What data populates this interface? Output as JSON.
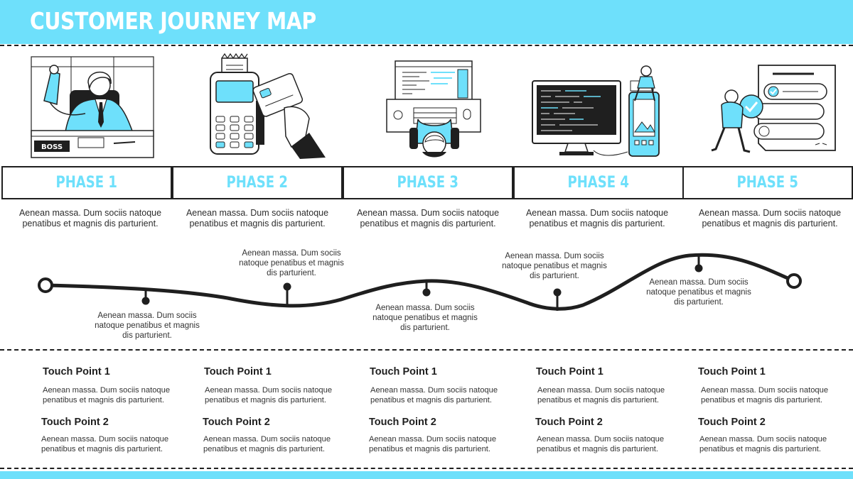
{
  "header": {
    "title": "CUSTOMER JOURNEY MAP"
  },
  "illustrations": {
    "phase1": {
      "icon": "boss-at-desk-illustration",
      "sign_text": "BOSS"
    },
    "phase2": {
      "icon": "card-payment-terminal-illustration"
    },
    "phase3": {
      "icon": "developer-at-computer-illustration"
    },
    "phase4": {
      "icon": "desktop-and-mobile-illustration"
    },
    "phase5": {
      "icon": "checklist-approval-illustration"
    }
  },
  "phases": [
    {
      "label": "PHASE 1",
      "description": "Aenean massa. Dum sociis natoque penatibus et magnis dis parturient."
    },
    {
      "label": "PHASE 2",
      "description": "Aenean massa. Dum sociis natoque penatibus et magnis dis parturient."
    },
    {
      "label": "PHASE 3",
      "description": "Aenean massa. Dum sociis natoque penatibus et magnis dis parturient."
    },
    {
      "label": "PHASE 4",
      "description": "Aenean massa. Dum sociis natoque penatibus et magnis dis parturient."
    },
    {
      "label": "PHASE 5",
      "description": "Aenean massa. Dum sociis natoque penatibus et magnis dis parturient."
    }
  ],
  "journey": {
    "annotations": [
      "Aenean massa. Dum sociis natoque penatibus et magnis dis parturient.",
      "Aenean massa. Dum sociis natoque penatibus et magnis dis parturient.",
      "Aenean massa. Dum sociis natoque penatibus et magnis dis parturient.",
      "Aenean massa. Dum sociis natoque penatibus et magnis dis parturient.",
      "Aenean massa. Dum sociis natoque penatibus et magnis dis parturient."
    ]
  },
  "touchpoints": [
    {
      "tp1_title": "Touch Point 1",
      "tp1_desc": "Aenean massa. Dum sociis natoque penatibus et magnis dis parturient.",
      "tp2_title": "Touch Point 2",
      "tp2_desc": "Aenean massa. Dum sociis natoque penatibus et magnis dis parturient."
    },
    {
      "tp1_title": "Touch Point 1",
      "tp1_desc": "Aenean massa. Dum sociis natoque penatibus et magnis dis parturient.",
      "tp2_title": "Touch Point 2",
      "tp2_desc": "Aenean massa. Dum sociis natoque penatibus et magnis dis parturient."
    },
    {
      "tp1_title": "Touch Point 1",
      "tp1_desc": "Aenean massa. Dum sociis natoque penatibus et magnis dis parturient.",
      "tp2_title": "Touch Point 2",
      "tp2_desc": "Aenean massa. Dum sociis natoque penatibus et magnis dis parturient."
    },
    {
      "tp1_title": "Touch Point 1",
      "tp1_desc": "Aenean massa. Dum sociis natoque penatibus et magnis dis parturient.",
      "tp2_title": "Touch Point 2",
      "tp2_desc": "Aenean massa. Dum sociis natoque penatibus et magnis dis parturient."
    },
    {
      "tp1_title": "Touch Point 1",
      "tp1_desc": "Aenean massa. Dum sociis natoque penatibus et magnis dis parturient.",
      "tp2_title": "Touch Point 2",
      "tp2_desc": "Aenean massa. Dum sociis natoque penatibus et magnis dis parturient."
    }
  ],
  "colors": {
    "accent": "#6ee0fb",
    "ink": "#1f1f1f",
    "text": "#333333"
  }
}
